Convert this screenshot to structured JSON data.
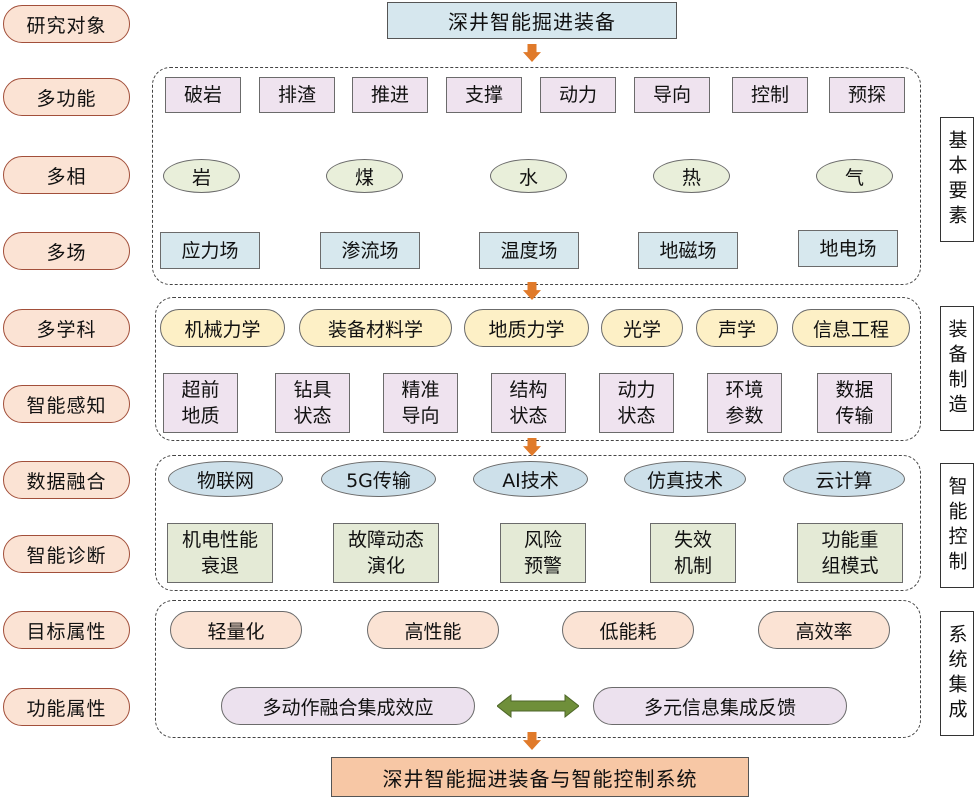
{
  "top_title": "深井智能掘进装备",
  "bottom_title": "深井智能掘进装备与智能控制系统",
  "left_labels": [
    "研究对象",
    "多功能",
    "多相",
    "多场",
    "多学科",
    "智能感知",
    "数据融合",
    "智能诊断",
    "目标属性",
    "功能属性"
  ],
  "right_groups": [
    "基本要素",
    "装备制造",
    "智能控制",
    "系统集成"
  ],
  "functions": [
    "破岩",
    "排渣",
    "推进",
    "支撑",
    "动力",
    "导向",
    "控制",
    "预探"
  ],
  "phases": [
    "岩",
    "煤",
    "水",
    "热",
    "气"
  ],
  "fields": [
    "应力场",
    "渗流场",
    "温度场",
    "地磁场",
    "地电场"
  ],
  "disciplines": [
    "机械力学",
    "装备材料学",
    "地质力学",
    "光学",
    "声学",
    "信息工程"
  ],
  "sensing": [
    [
      "超前",
      "地质"
    ],
    [
      "钻具",
      "状态"
    ],
    [
      "精准",
      "导向"
    ],
    [
      "结构",
      "状态"
    ],
    [
      "动力",
      "状态"
    ],
    [
      "环境",
      "参数"
    ],
    [
      "数据",
      "传输"
    ]
  ],
  "fusion": [
    "物联网",
    "5G传输",
    "AI技术",
    "仿真技术",
    "云计算"
  ],
  "diagnosis": [
    [
      "机电性能",
      "衰退"
    ],
    [
      "故障动态",
      "演化"
    ],
    [
      "风险",
      "预警"
    ],
    [
      "失效",
      "机制"
    ],
    [
      "功能重",
      "组模式"
    ]
  ],
  "targets": [
    "轻量化",
    "高性能",
    "低能耗",
    "高效率"
  ],
  "func_attrs": [
    "多动作融合集成效应",
    "多元信息集成反馈"
  ],
  "colors": {
    "label_fill": "#fbe3d4",
    "label_border": "#a24f3a",
    "arrow_orange": "#e07a2a",
    "arrow_green": "#6f8f3a"
  }
}
